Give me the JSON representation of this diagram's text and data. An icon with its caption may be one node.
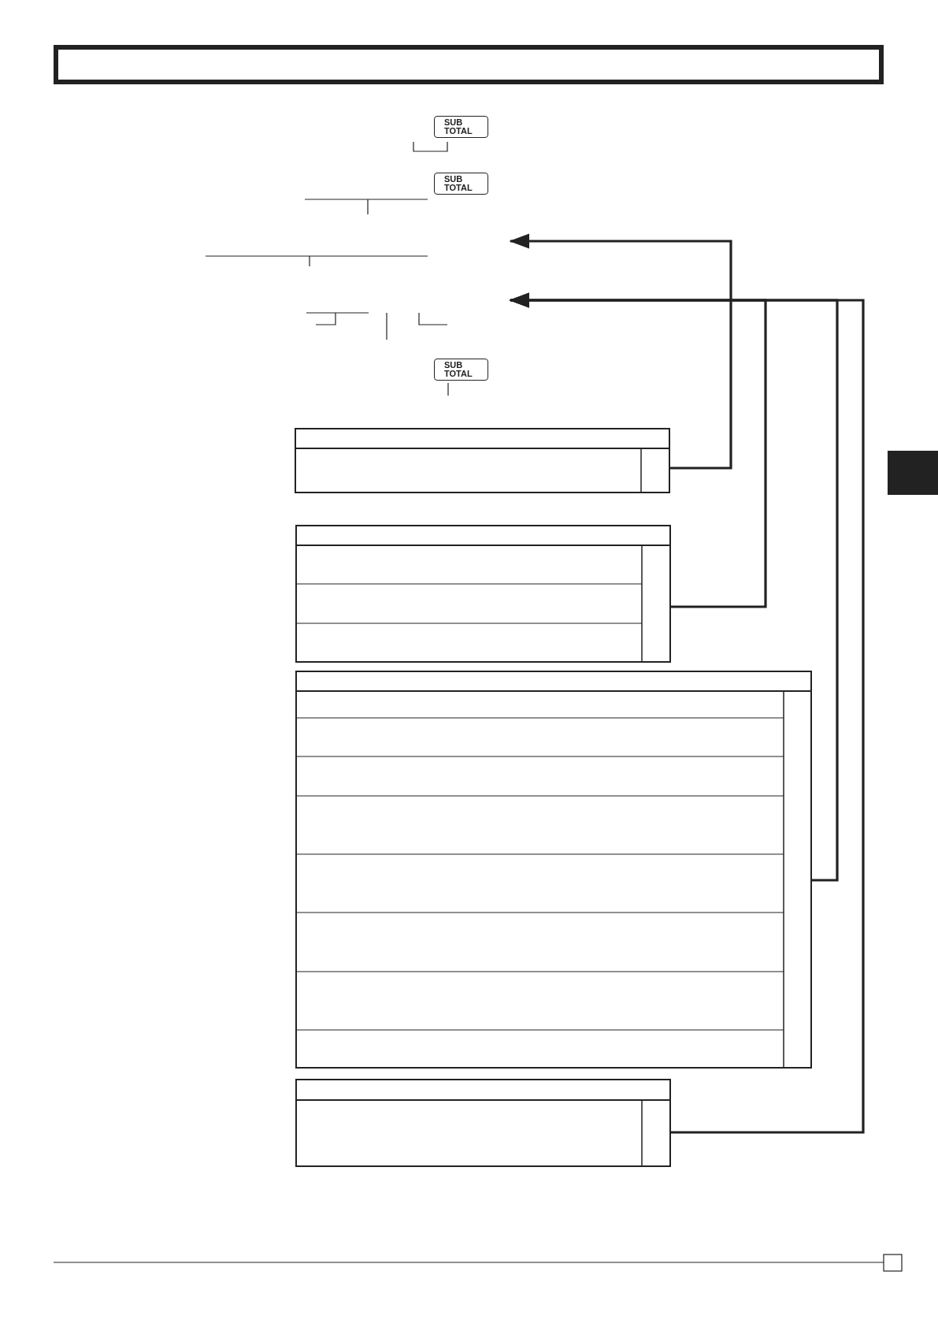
{
  "diagram": {
    "nodes": [
      {
        "text": [],
        "shape": "bar"
      },
      {
        "text": [
          "SUB TOTAL"
        ]
      },
      {
        "text": [
          "SUB TOTAL"
        ]
      },
      {
        "text": [
          "SUB TOTAL"
        ]
      },
      {
        "text": [],
        "shape": "box"
      },
      {
        "text": [],
        "shape": "box"
      },
      {
        "text": [],
        "shape": "box"
      },
      {
        "text": [],
        "shape": "box"
      }
    ],
    "edges": [
      {
        "from": 4,
        "to": null,
        "arrow": "to"
      },
      {
        "from": 5,
        "to": null,
        "arrow": "to"
      },
      {
        "from": 6,
        "to": null,
        "arrow": "to"
      },
      {
        "from": 7,
        "to": null,
        "arrow": "to"
      }
    ]
  }
}
